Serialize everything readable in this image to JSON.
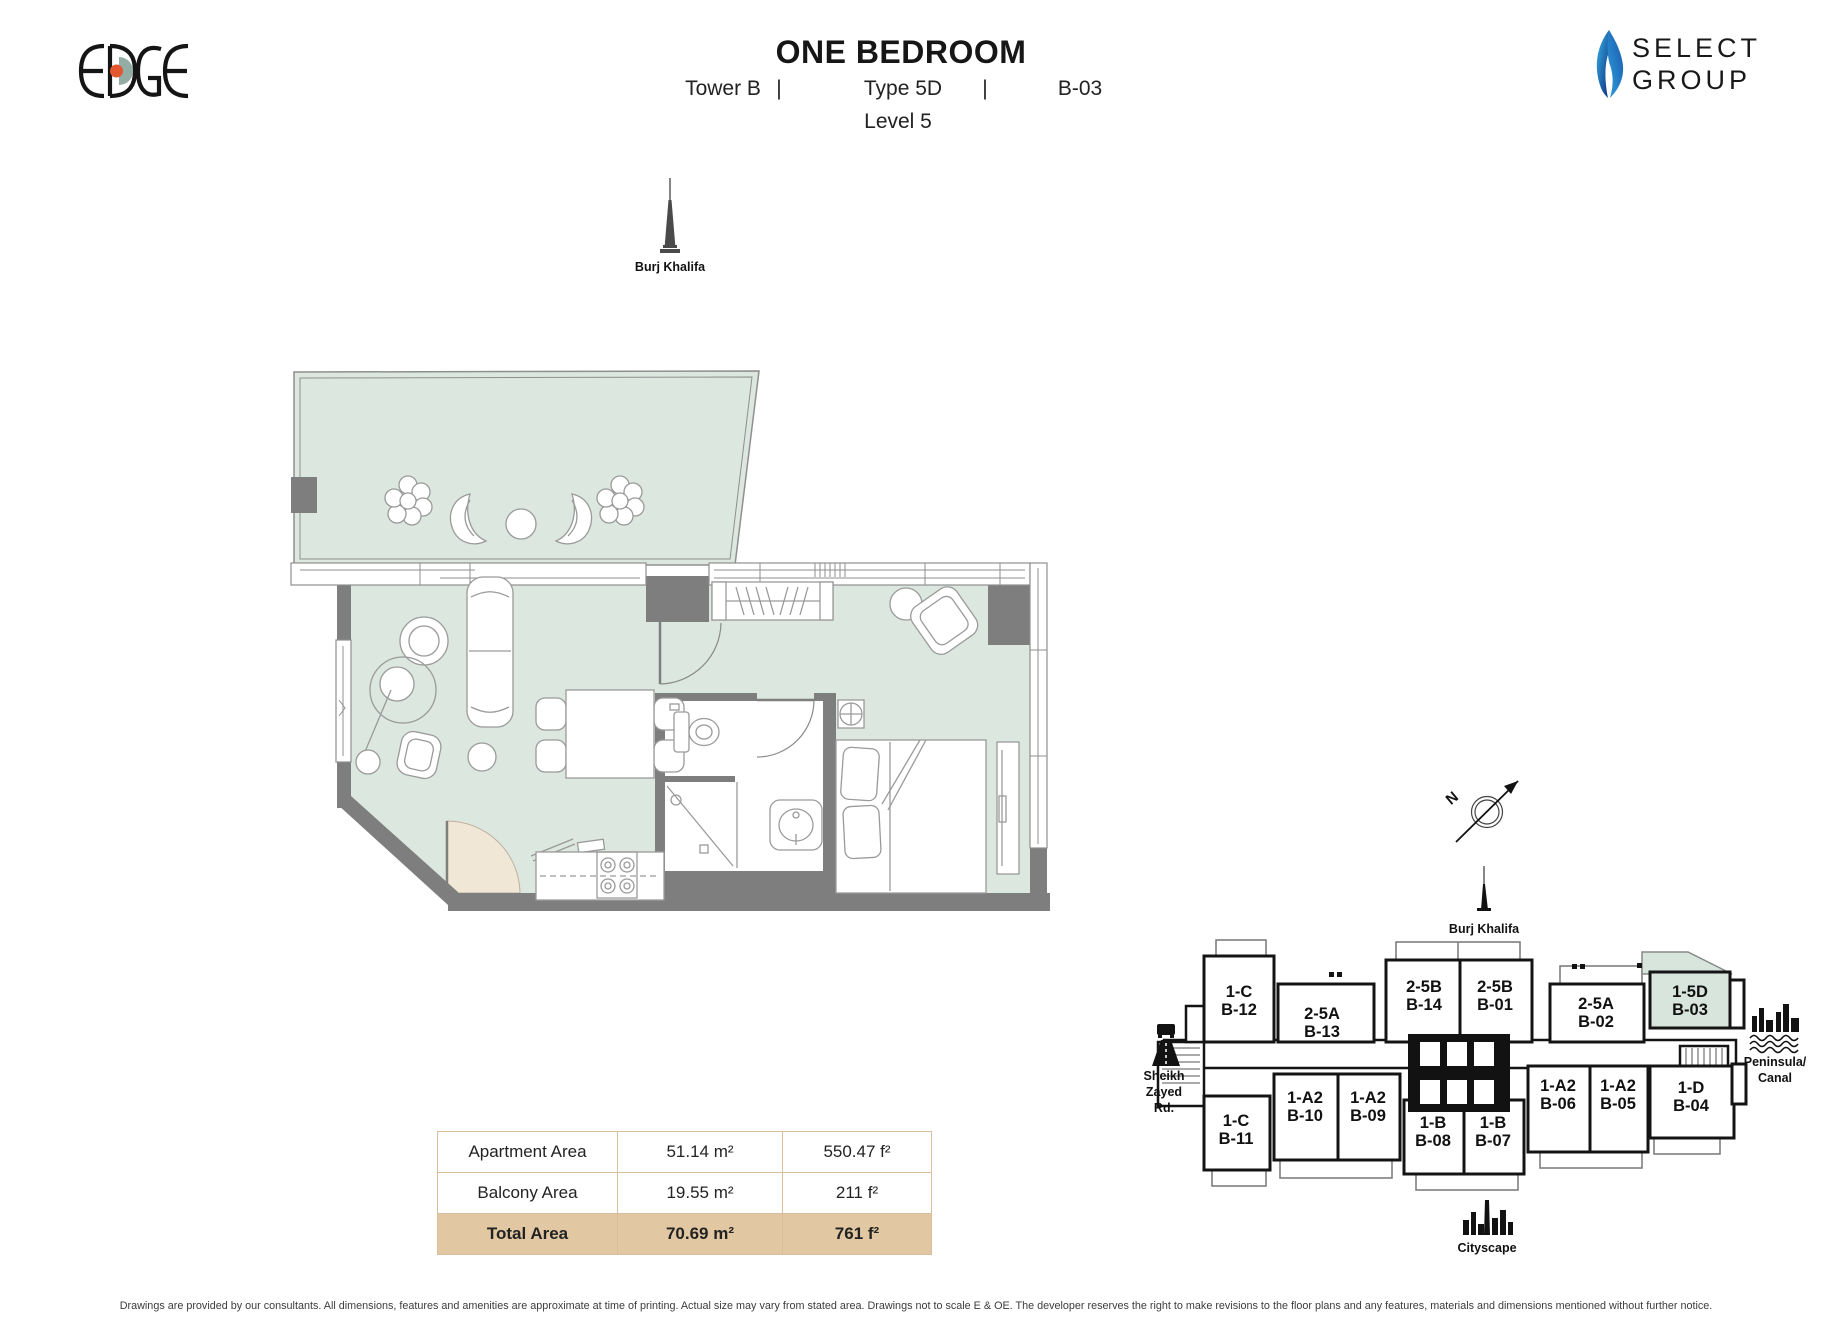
{
  "header": {
    "logo": "EDGE",
    "title": "ONE BEDROOM",
    "tower": "Tower B",
    "sep1": "|",
    "type": "Type 5D",
    "sep2": "|",
    "unit": "B-03",
    "level": "Level 5",
    "brand_line1": "SELECT",
    "brand_line2": "GROUP"
  },
  "plan": {
    "landmark": "Burj Khalifa"
  },
  "key_plan": {
    "north": "N",
    "landmark_top": "Burj Khalifa",
    "road_line1": "Sheikh",
    "road_line2": "Zayed",
    "road_line3": "Rd.",
    "water_line1": "Peninsula/",
    "water_line2": "Canal",
    "bottom_landmark": "Cityscape",
    "units": [
      {
        "type": "1-C",
        "unit": "B-12",
        "highlight": false
      },
      {
        "type": "2-5A",
        "unit": "B-13",
        "highlight": false
      },
      {
        "type": "2-5B",
        "unit": "B-14",
        "highlight": false
      },
      {
        "type": "2-5B",
        "unit": "B-01",
        "highlight": false
      },
      {
        "type": "2-5A",
        "unit": "B-02",
        "highlight": false
      },
      {
        "type": "1-5D",
        "unit": "B-03",
        "highlight": true
      },
      {
        "type": "1-C",
        "unit": "B-11",
        "highlight": false
      },
      {
        "type": "1-A2",
        "unit": "B-10",
        "highlight": false
      },
      {
        "type": "1-A2",
        "unit": "B-09",
        "highlight": false
      },
      {
        "type": "1-B",
        "unit": "B-08",
        "highlight": false
      },
      {
        "type": "1-B",
        "unit": "B-07",
        "highlight": false
      },
      {
        "type": "1-A2",
        "unit": "B-06",
        "highlight": false
      },
      {
        "type": "1-A2",
        "unit": "B-05",
        "highlight": false
      },
      {
        "type": "1-D",
        "unit": "B-04",
        "highlight": false
      }
    ]
  },
  "area_table": {
    "rows": [
      {
        "label": "Apartment Area",
        "metric": "51.14 m²",
        "imperial": "550.47 f²"
      },
      {
        "label": "Balcony Area",
        "metric": "19.55 m²",
        "imperial": "211 f²"
      },
      {
        "label": "Total Area",
        "metric": "70.69 m²",
        "imperial": "761 f²"
      }
    ]
  },
  "icons": {
    "edge_logo_colors": {
      "arc": "#93aca4",
      "dot": "#e2572d"
    },
    "flame_colors": {
      "light": "#36b3e8",
      "dark": "#0d2f7e"
    },
    "highlight_color": "#d7e5dc",
    "total_row_color": "#e2c8a2"
  },
  "disclaimer": "Drawings are provided by our consultants. All dimensions, features and amenities are approximate at time of printing.  Actual size may vary from stated area. Drawings not to scale E & OE. The developer reserves the right to make revisions to the floor plans and any features, materials and dimensions mentioned without further notice."
}
